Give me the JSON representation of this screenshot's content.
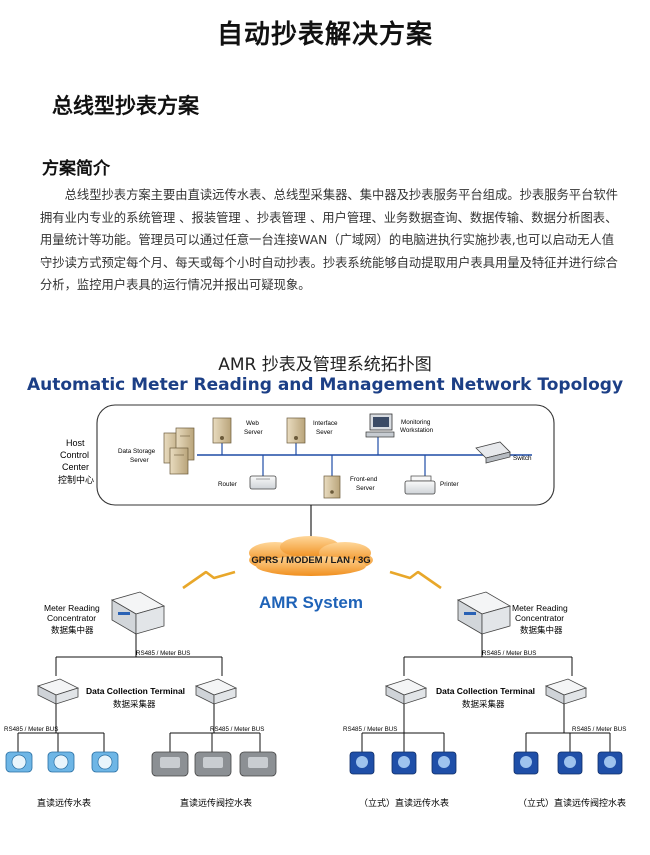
{
  "page": {
    "title": "自动抄表解决方案",
    "section_title": "总线型抄表方案",
    "intro_heading": "方案简介",
    "intro_text": "总线型抄表方案主要由直读远传水表、总线型采集器、集中器及抄表服务平台组成。抄表服务平台软件拥有业内专业的系统管理 、报装管理 、抄表管理 、用户管理、业务数据查询、数据传输、数据分析图表、用量统计等功能。管理员可以通过任意一台连接WAN（广域网）的电脑进执行实施抄表,也可以启动无人值守抄读方式预定每个月、每天或每个小时自动抄表。抄表系统能够自动提取用户表具用量及特征并进行综合分析，监控用户表具的运行情况并报出可疑现象。"
  },
  "diagram": {
    "title_cn": "AMR 抄表及管理系统拓扑图",
    "title_en": "Automatic Meter Reading and Management Network Topology",
    "control_center": {
      "label_en_1": "Host",
      "label_en_2": "Control",
      "label_en_3": "Center",
      "label_cn": "控制中心"
    },
    "devices": {
      "data_storage_1": "Data Storage",
      "data_storage_2": "Server",
      "web_1": "Web",
      "web_2": "Server",
      "iface_1": "Interface",
      "iface_2": "Sever",
      "monitor_1": "Monitoring",
      "monitor_2": "Workstation",
      "switch": "Switch",
      "router": "Router",
      "frontend_1": "Front-end",
      "frontend_2": "Server",
      "printer": "Printer"
    },
    "network": "GPRS / MODEM / LAN / 3G",
    "system": "AMR System",
    "concentrator": {
      "en_1": "Meter Reading",
      "en_2": "Concentrator",
      "cn_left": "数据集中器",
      "cn_right": "数据集中器"
    },
    "bus_label": "RS485 / Meter BUS",
    "terminal": {
      "en": "Data Collection Terminal",
      "cn": "数据采集器"
    },
    "meter_groups": [
      "直读远传水表",
      "直读远传阀控水表",
      "（立式）直读远传水表",
      "（立式）直读远传阀控水表"
    ]
  },
  "colors": {
    "title_blue": "#1c3f86",
    "system_blue": "#1f63b8",
    "cloud": "#f0a23a",
    "line": "#111111"
  }
}
